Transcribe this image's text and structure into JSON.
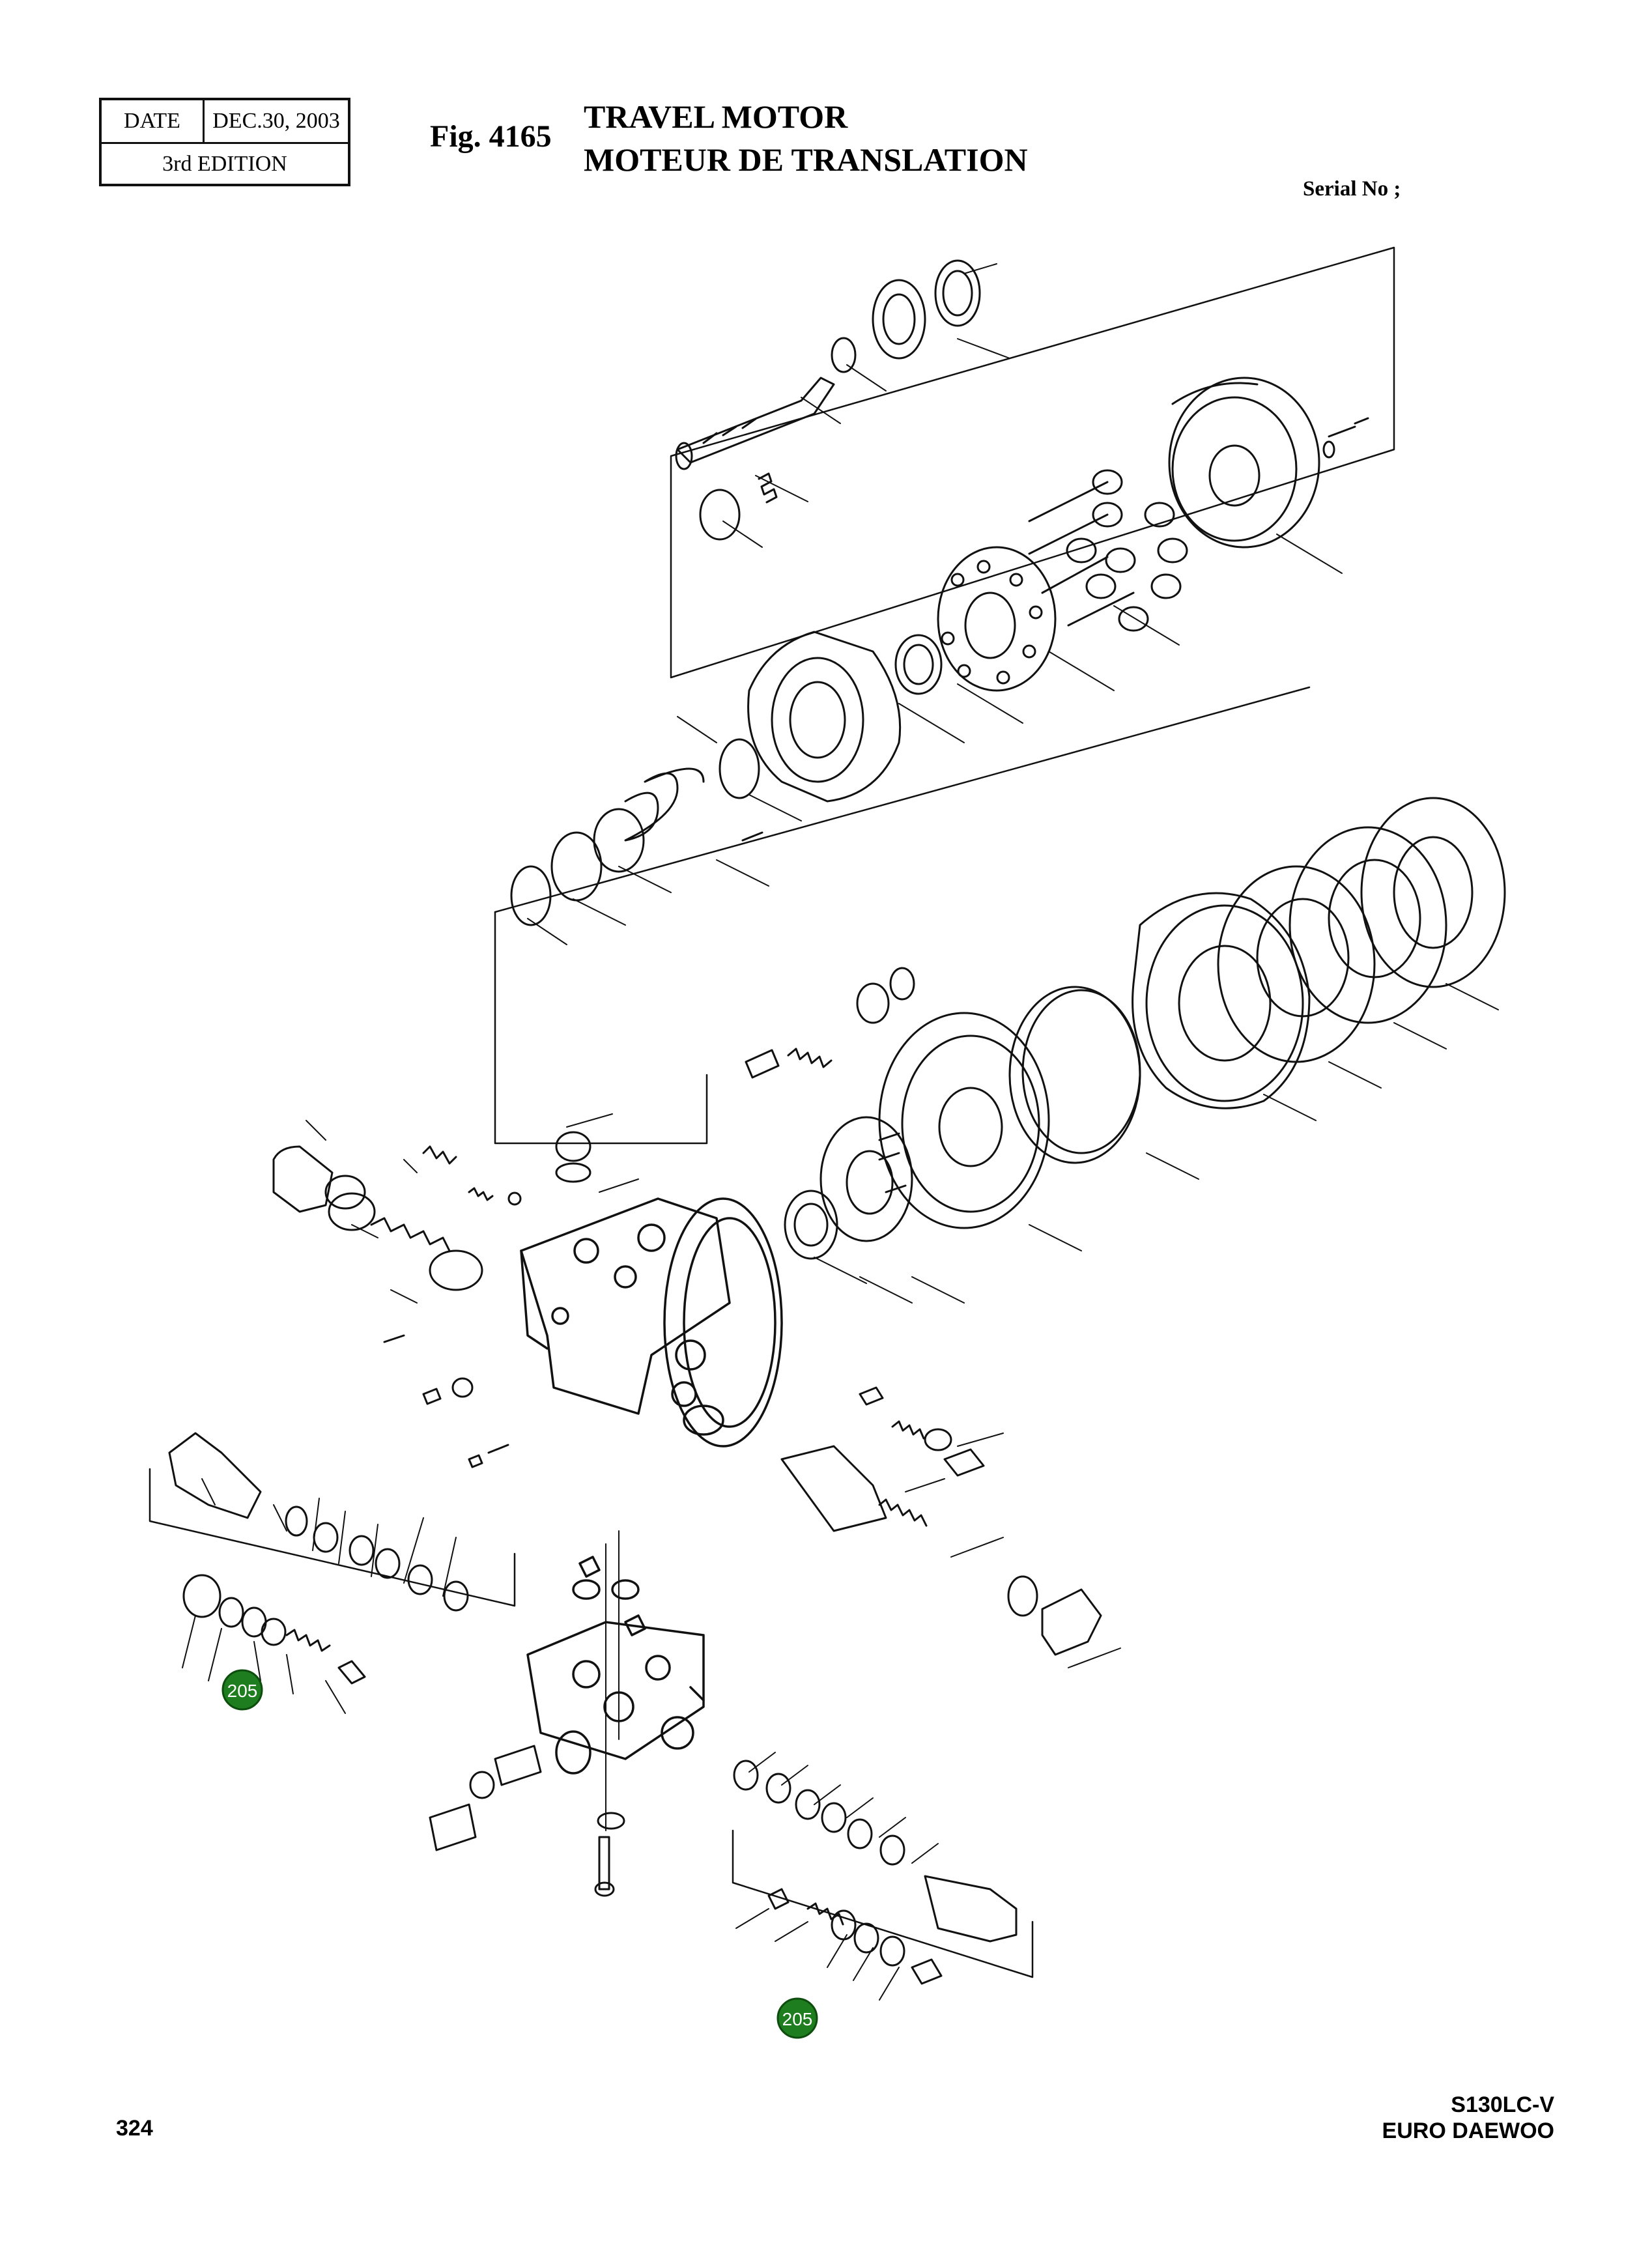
{
  "header": {
    "date_label": "DATE",
    "date_value": "DEC.30, 2003",
    "edition": "3rd  EDITION",
    "fig_label": "Fig. 4165",
    "title_en": "TRAVEL MOTOR",
    "title_fr": "MOTEUR DE TRANSLATION",
    "serial": "Serial No ;"
  },
  "callouts": [
    {
      "label": "205"
    },
    {
      "label": "205"
    }
  ],
  "footer": {
    "page_number": "324",
    "model": "S130LC-V",
    "brand": "EURO DAEWOO"
  },
  "colors": {
    "ink": "#111111",
    "callout_fill": "#1e7d1e",
    "callout_text": "#ffffff"
  }
}
